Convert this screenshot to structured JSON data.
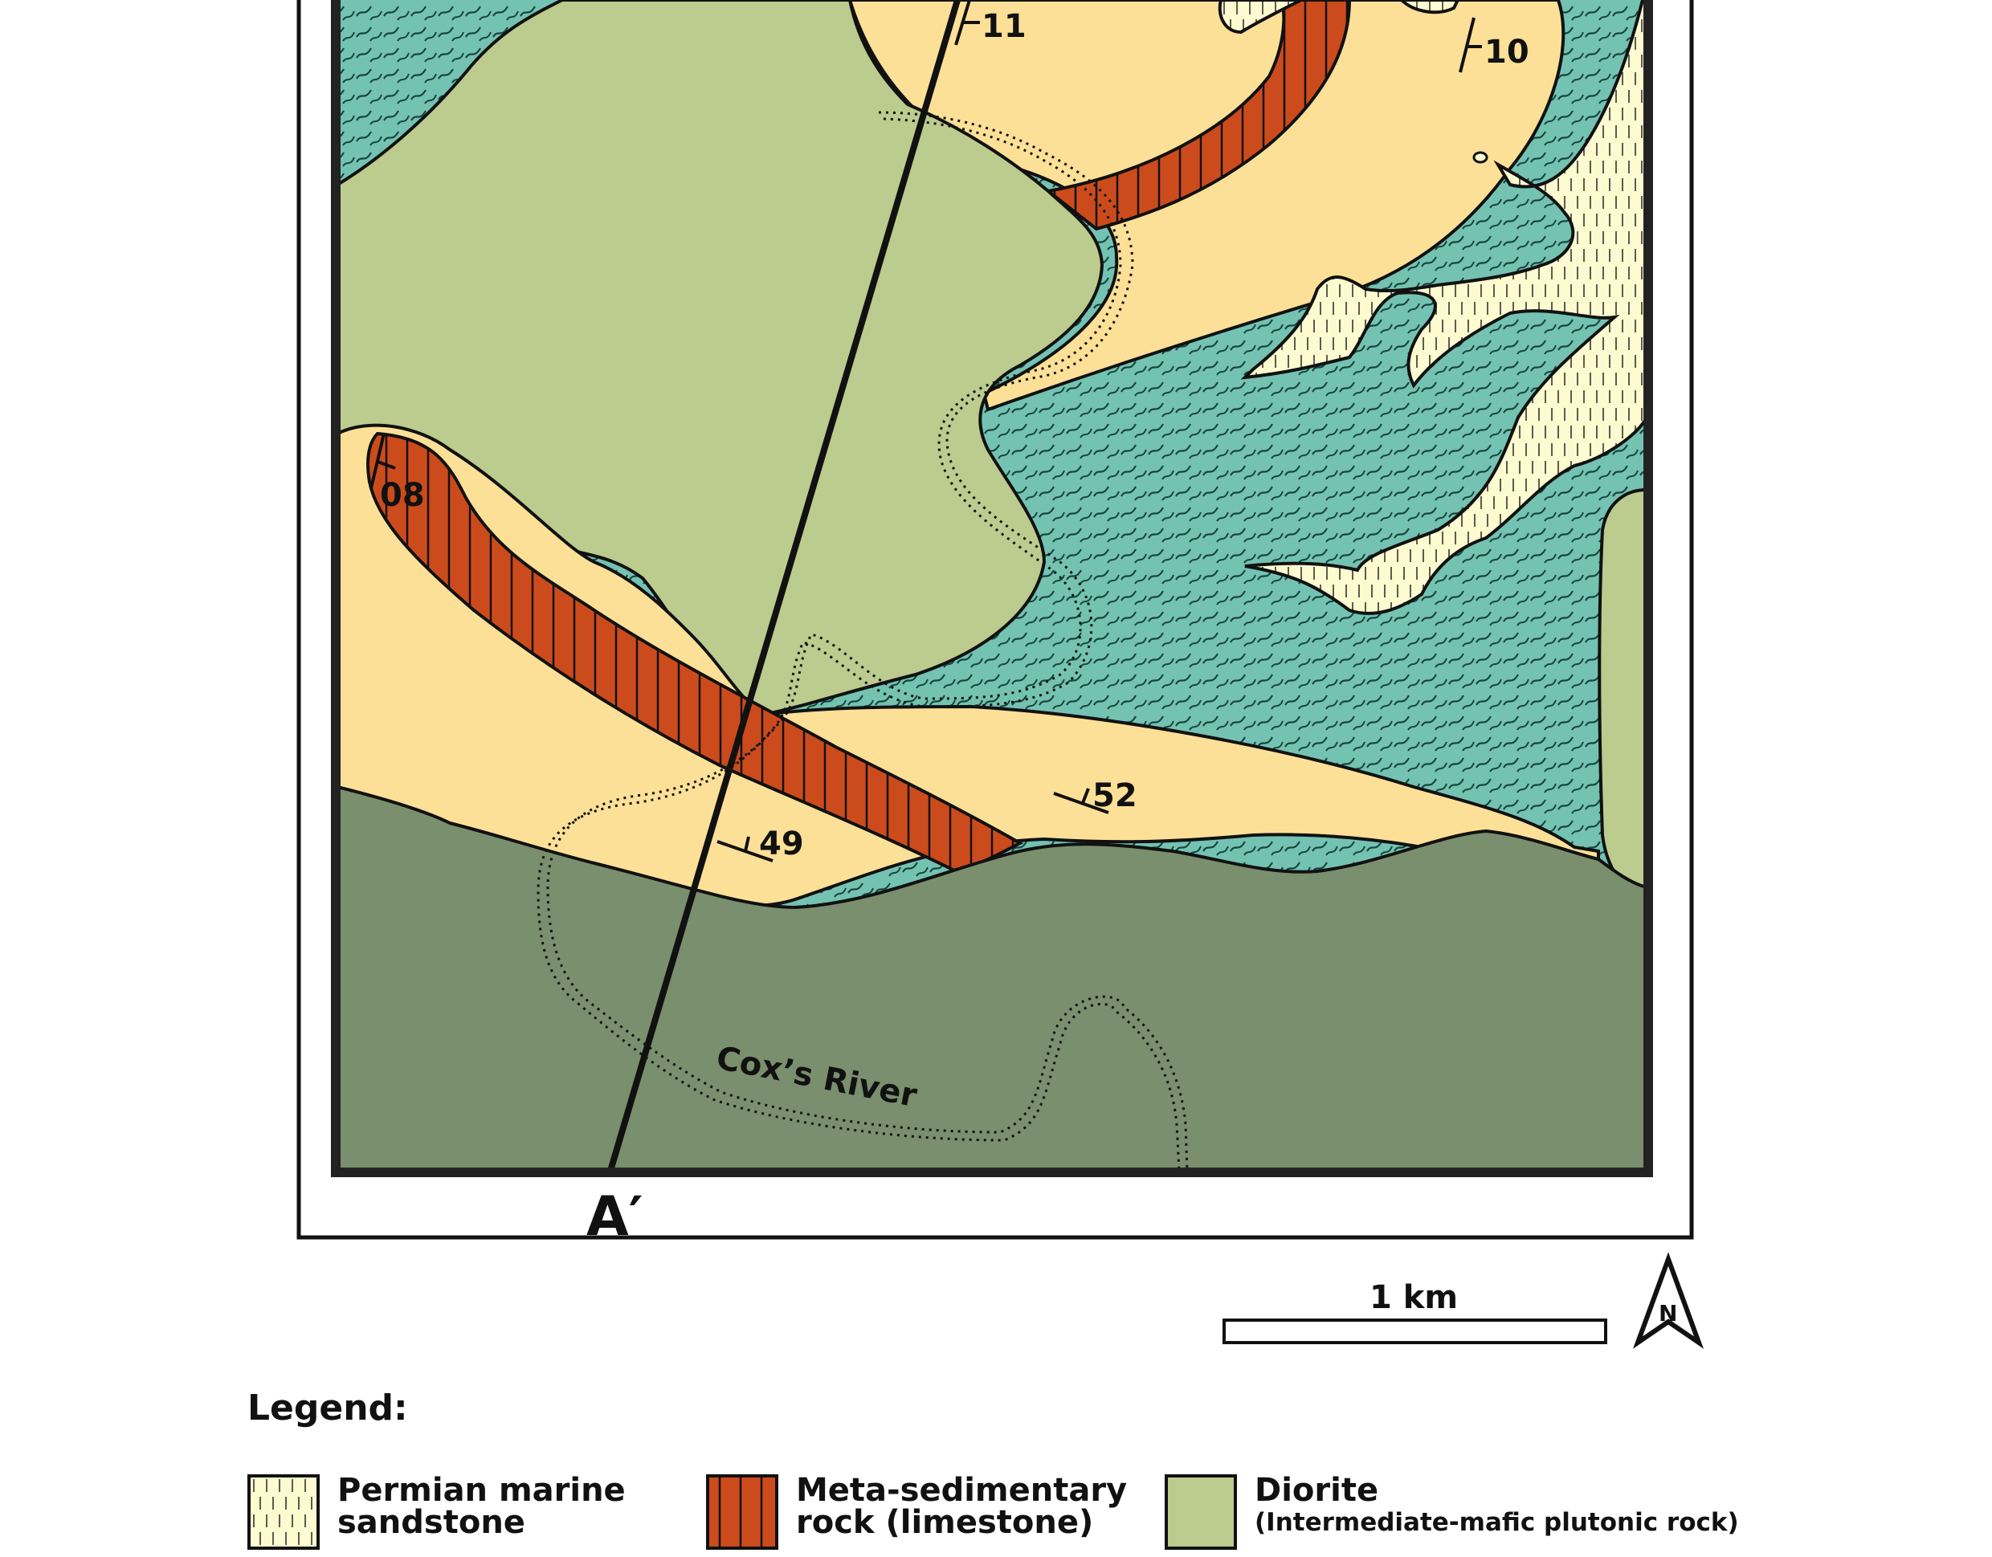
{
  "map": {
    "section_label": "A′",
    "river_label": "Cox’s River",
    "strike_dips": [
      {
        "id": "sd-11",
        "value": "11"
      },
      {
        "id": "sd-10",
        "value": "10"
      },
      {
        "id": "sd-08",
        "value": "08"
      },
      {
        "id": "sd-52",
        "value": "52"
      },
      {
        "id": "sd-49",
        "value": "49"
      }
    ]
  },
  "scale": {
    "label": "1 km"
  },
  "north_arrow": {
    "letter": "N",
    "icon": "north-arrow-icon"
  },
  "legend": {
    "title": "Legend:",
    "items": [
      {
        "line1": "Permian marine",
        "line2": "sandstone",
        "color": "#fdfbcf",
        "pattern": "dashed-vertical"
      },
      {
        "line1": "Meta-sedimentary",
        "line2": "rock (limestone)",
        "color": "#cc4b1c",
        "pattern": "vertical-lines"
      },
      {
        "line1": "Diorite",
        "line2": "(Intermediate-mafic plutonic rock)",
        "color": "#bccb8e",
        "pattern": "solid"
      }
    ]
  },
  "colors": {
    "teal_unit": "#74c2b2",
    "tan_unit": "#fde097",
    "diorite": "#bccb8e",
    "dark_green_unit": "#7a8f6d",
    "limestone": "#cc4b1c",
    "sandstone": "#fdfbcf"
  }
}
